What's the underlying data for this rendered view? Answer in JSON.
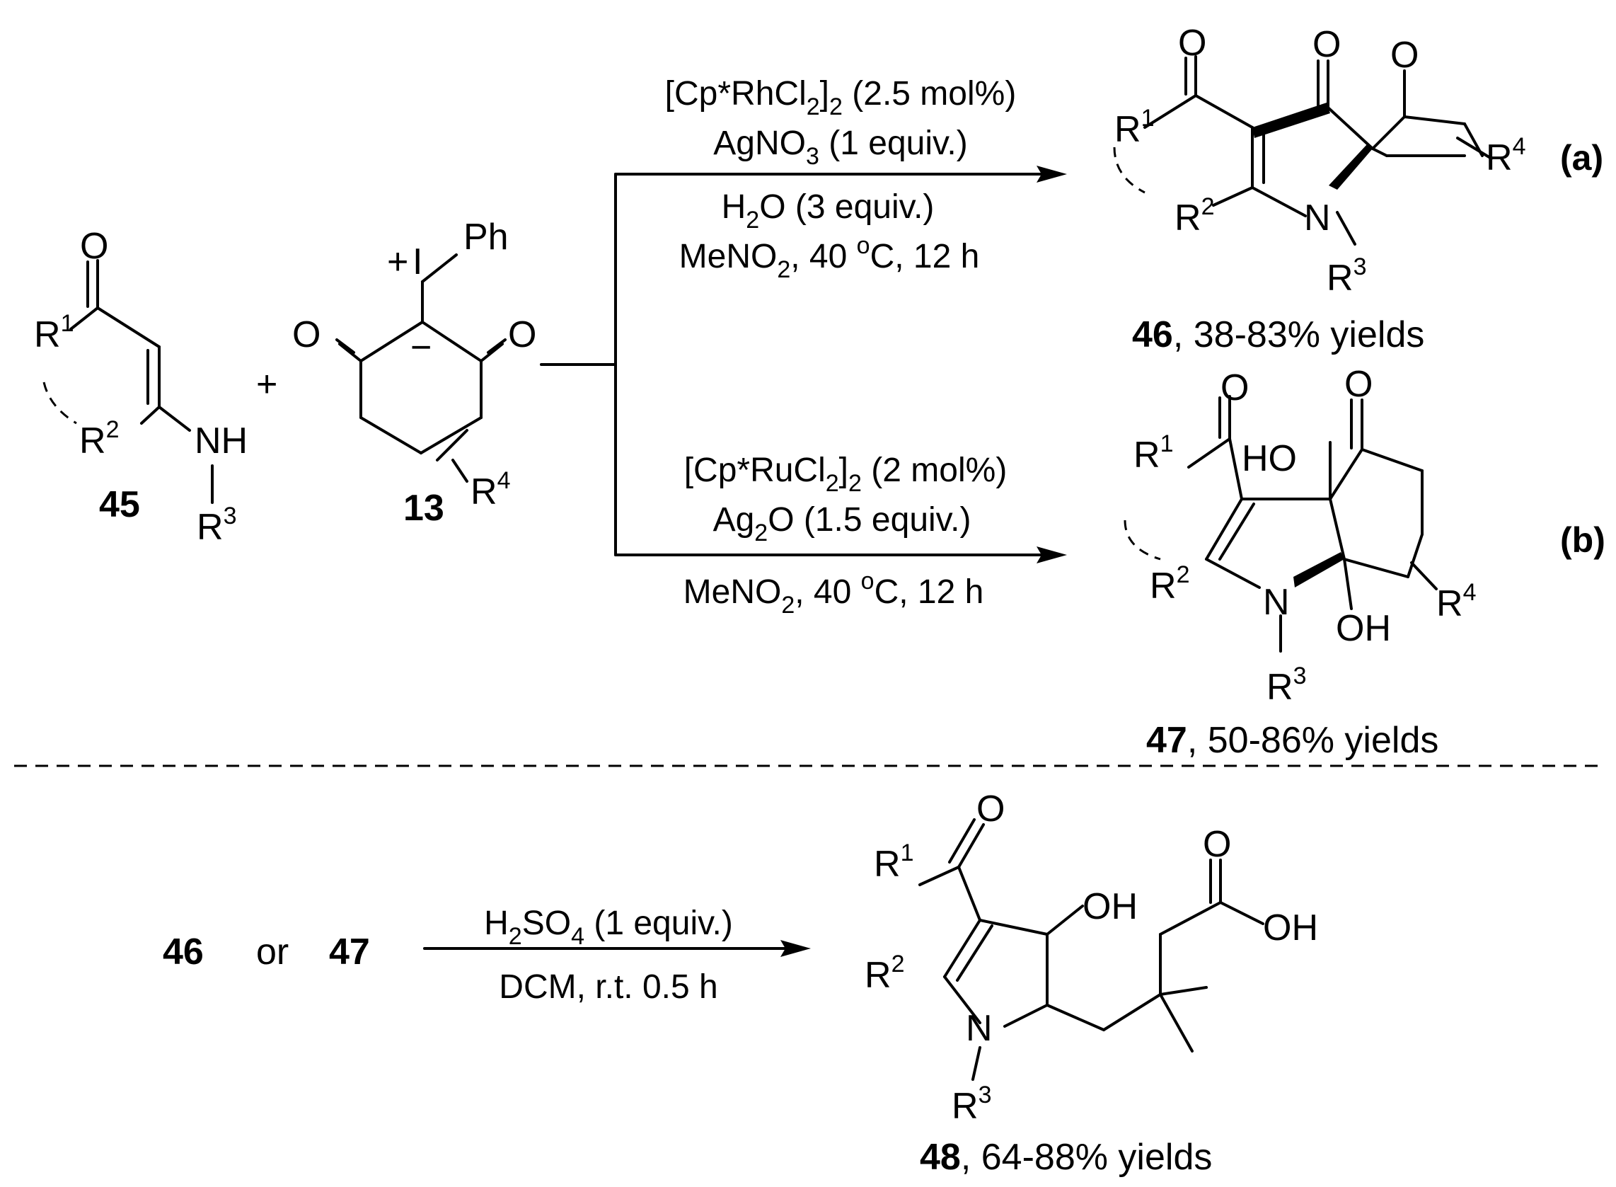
{
  "compounds": {
    "c45": "45",
    "c13": "13",
    "c46": "46",
    "c47": "47",
    "c48": "48"
  },
  "atoms": {
    "O": "O",
    "R": "R",
    "N": "N",
    "NH": "NH",
    "OH": "OH",
    "HO": "HO",
    "I": "I",
    "Ph": "Ph",
    "plus": "+",
    "minus": "−",
    "s1": "1",
    "s2": "2",
    "s3": "3",
    "s4": "4"
  },
  "reaction_a": {
    "line1": {
      "pre": "[Cp*RhCl",
      "sub1": "2",
      "mid": "]",
      "sub2": "2",
      "post": " (2.5 mol%)"
    },
    "line2": {
      "pre": "AgNO",
      "sub": "3",
      "post": " (1 equiv.)"
    },
    "line3": {
      "pre": "H",
      "sub": "2",
      "post": "O (3 equiv.)"
    },
    "line4": {
      "pre": "MeNO",
      "sub": "2",
      "mid": ", 40 ",
      "sup": "o",
      "post": "C, 12 h"
    },
    "label": "(a)",
    "yield": ", 38-83% yields"
  },
  "reaction_b": {
    "line1": {
      "pre": "[Cp*RuCl",
      "sub1": "2",
      "mid": "]",
      "sub2": "2",
      "post": " (2 mol%)"
    },
    "line2": {
      "pre": "Ag",
      "sub": "2",
      "post": "O (1.5 equiv.)"
    },
    "line3": {
      "pre": "MeNO",
      "sub": "2",
      "mid": ", 40 ",
      "sup": "o",
      "post": "C, 12 h"
    },
    "label": "(b)",
    "yield": ", 50-86% yields"
  },
  "reaction_c": {
    "reactant1": "46",
    "or": "or",
    "reactant2": "47",
    "line1": {
      "pre": "H",
      "sub": "2",
      "mid": "SO",
      "sub2": "4",
      "post": " (1 equiv.)"
    },
    "line2": "DCM, r.t. 0.5 h",
    "yield": ", 64-88% yields"
  }
}
